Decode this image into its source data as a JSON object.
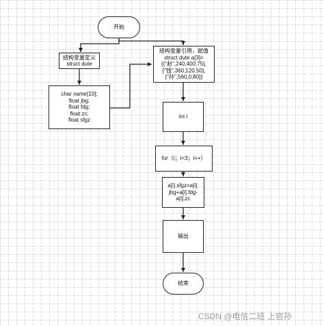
{
  "diagram": {
    "start": {
      "label": "开始"
    },
    "struct_def": {
      "lines": [
        "结构变量定义",
        "struct dute"
      ]
    },
    "members": {
      "lines": [
        "char name[10];",
        "float jbg;",
        "float fdg;",
        "float zc;",
        "float sfgz"
      ]
    },
    "struct_use": {
      "lines": [
        "结构变量引用，赋值",
        "struct dute a[3]=",
        "{{\"赵\",240,400,75},",
        "{\"钱\",360,120,50},",
        "{\"孙\",560,0,80}}"
      ]
    },
    "int_decl": {
      "label": "int i"
    },
    "loop": {
      "label": "for（i；i<3；i++）"
    },
    "calc": {
      "lines": [
        "a[i].sfgz=a[i].",
        "jbg+a[i].fdg-",
        "a[i].zc"
      ]
    },
    "output": {
      "label": "输出"
    },
    "end": {
      "label": "结束"
    }
  },
  "watermark": "CSDN @电信二班 上官孙"
}
